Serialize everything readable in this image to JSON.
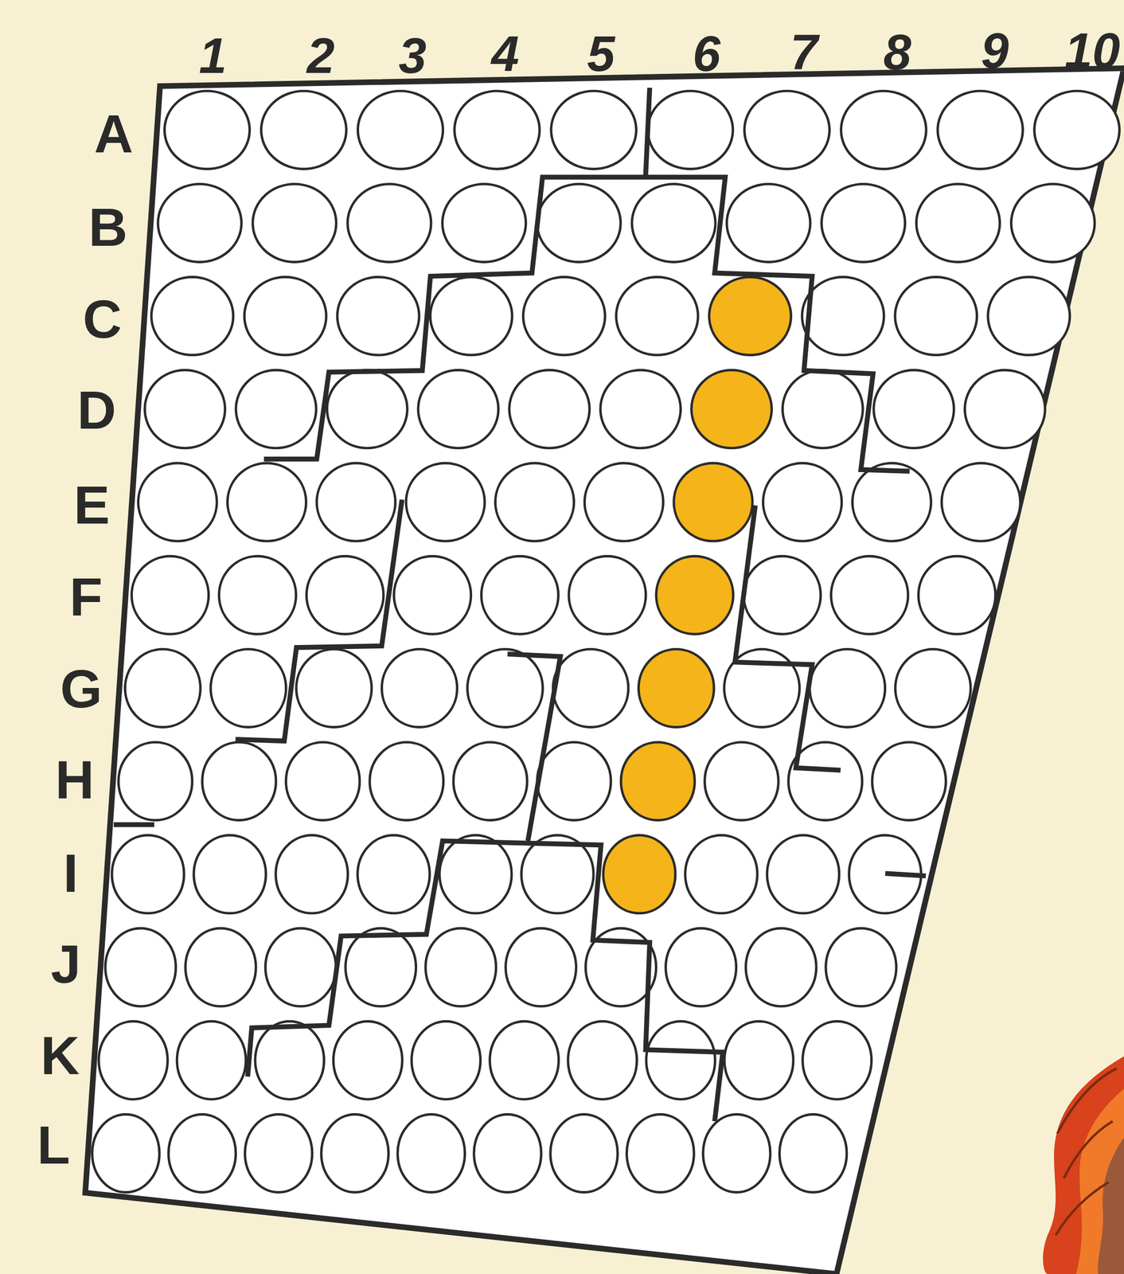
{
  "diagram": {
    "labels": [
      "1",
      "2",
      "3",
      "4",
      "5",
      "6",
      "7",
      "8",
      "9",
      "10",
      "A",
      "B",
      "C",
      "D",
      "E",
      "F",
      "G",
      "H",
      "I",
      "J",
      "K",
      "L"
    ]
  }
}
